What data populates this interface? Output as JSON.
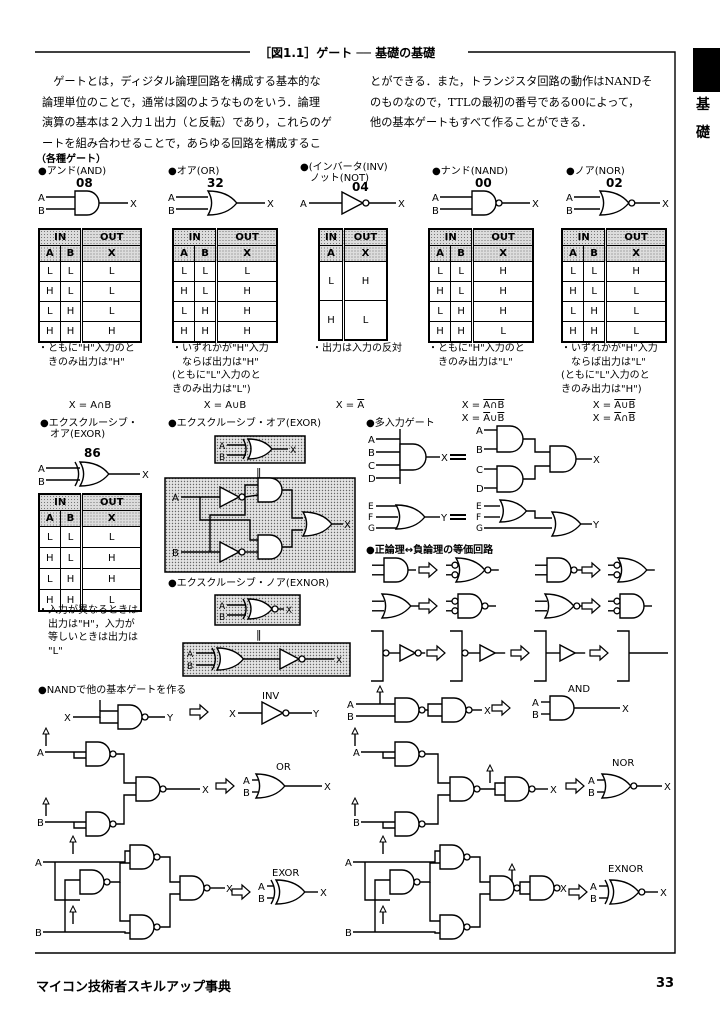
{
  "figure_title": "［図1.1］ゲート ── 基礎の基礎",
  "side_tab": [
    "基",
    "礎"
  ],
  "intro": {
    "left": [
      "　ゲートとは，ディジタル論理回路を構成する基本的な",
      "論理単位のことで，通常は図のようなものをいう．論理",
      "演算の基本は２入力１出力（と反転）であり，これらのゲ",
      "ートを組み合わせることで，あらゆる回路を構成するこ"
    ],
    "right": [
      "とができる．また，トランジスタ回路の動作はNANDそ",
      "のものなので，TTLの最初の番号である00によって，",
      "他の基本ゲートもすべて作ることができる．"
    ]
  },
  "section_gates": "（各種ゲート）",
  "pins": {
    "A": "A",
    "B": "B",
    "C": "C",
    "D": "D",
    "E": "E",
    "F": "F",
    "G": "G",
    "X": "X",
    "Y": "Y"
  },
  "gates": [
    {
      "label": "●アンド(AND)",
      "number": "08",
      "table": {
        "in": "IN",
        "out": "OUT",
        "cols": [
          "A",
          "B",
          "X"
        ],
        "rows": [
          [
            "L",
            "L",
            "L"
          ],
          [
            "H",
            "L",
            "L"
          ],
          [
            "L",
            "H",
            "L"
          ],
          [
            "H",
            "H",
            "H"
          ]
        ]
      },
      "caption": [
        "・ともに\"H\"入力のと",
        "　きのみ出力は\"H\""
      ],
      "formulas": [
        [
          {
            "t": "X = A∩B"
          }
        ]
      ]
    },
    {
      "label": "●オア(OR)",
      "number": "32",
      "table": {
        "in": "IN",
        "out": "OUT",
        "cols": [
          "A",
          "B",
          "X"
        ],
        "rows": [
          [
            "L",
            "L",
            "L"
          ],
          [
            "H",
            "L",
            "H"
          ],
          [
            "L",
            "H",
            "H"
          ],
          [
            "H",
            "H",
            "H"
          ]
        ]
      },
      "caption": [
        "・いずれかが\"H\"入力",
        "　ならば出力は\"H\"",
        "(ともに\"L\"入力のと",
        " きのみ出力は\"L\")"
      ],
      "formulas": [
        [
          {
            "t": "X = A∪B"
          }
        ]
      ]
    },
    {
      "label": "●(インバータ(INV)",
      "label2": "　ノット(NOT)",
      "number": "04",
      "table": {
        "in": "IN",
        "out": "OUT",
        "cols": [
          "A",
          "X"
        ],
        "rows": [
          [
            "L",
            "H"
          ],
          [
            "H",
            "L"
          ]
        ]
      },
      "caption": [
        "・出力は入力の反対"
      ],
      "formulas": [
        [
          {
            "t": "X = "
          },
          {
            "t": "A",
            "o": true
          }
        ]
      ]
    },
    {
      "label": "●ナンド(NAND)",
      "number": "00",
      "table": {
        "in": "IN",
        "out": "OUT",
        "cols": [
          "A",
          "B",
          "X"
        ],
        "rows": [
          [
            "L",
            "L",
            "H"
          ],
          [
            "H",
            "L",
            "H"
          ],
          [
            "L",
            "H",
            "H"
          ],
          [
            "H",
            "H",
            "L"
          ]
        ]
      },
      "caption": [
        "・ともに\"H\"入力のと",
        "　きのみ出力は\"L\""
      ],
      "formulas": [
        [
          {
            "t": "X = "
          },
          {
            "t": "A∩B",
            "o": true
          }
        ],
        [
          {
            "t": "X = "
          },
          {
            "t": "A",
            "o": true
          },
          {
            "t": "∪"
          },
          {
            "t": "B",
            "o": true
          }
        ]
      ]
    },
    {
      "label": "●ノア(NOR)",
      "number": "02",
      "table": {
        "in": "IN",
        "out": "OUT",
        "cols": [
          "A",
          "B",
          "X"
        ],
        "rows": [
          [
            "L",
            "L",
            "H"
          ],
          [
            "H",
            "L",
            "L"
          ],
          [
            "L",
            "H",
            "L"
          ],
          [
            "H",
            "H",
            "L"
          ]
        ]
      },
      "caption": [
        "・いずれかが\"H\"入力",
        "　ならば出力は\"L\"",
        "(ともに\"L\"入力のと",
        " きのみ出力は\"H\")"
      ],
      "formulas": [
        [
          {
            "t": "X = "
          },
          {
            "t": "A∪B",
            "o": true
          }
        ],
        [
          {
            "t": "X = "
          },
          {
            "t": "A",
            "o": true
          },
          {
            "t": "∩"
          },
          {
            "t": "B",
            "o": true
          }
        ]
      ]
    },
    {
      "label": "●エクスクルーシブ・",
      "label2": "　オア(EXOR)",
      "number": "86",
      "table": {
        "in": "IN",
        "out": "OUT",
        "cols": [
          "A",
          "B",
          "X"
        ],
        "rows": [
          [
            "L",
            "L",
            "L"
          ],
          [
            "H",
            "L",
            "H"
          ],
          [
            "L",
            "H",
            "H"
          ],
          [
            "H",
            "H",
            "L"
          ]
        ]
      },
      "caption": [
        "・入力が異なるときは",
        "　出力は\"H\"，入力が",
        "　等しいときは出力は",
        "　\"L\""
      ],
      "formulas": []
    }
  ],
  "exor_equiv_label": "●エクスクルーシブ・オア(EXOR)",
  "exnor_equiv_label": "●エクスクルーシブ・ノア(EXNOR)",
  "multi_input_label": "●多入力ゲート",
  "equiv_circuits_label": "●正論理↔負論理の等価回路",
  "nand_section_label": "●NANDで他の基本ゲートを作る",
  "gate_names": {
    "inv": "INV",
    "and": "AND",
    "or": "OR",
    "nor": "NOR",
    "exor": "EXOR",
    "exnor": "EXNOR"
  },
  "equals_sign": "‖",
  "footer": {
    "book_title": "マイコン技術者スキルアップ事典",
    "page": "33"
  }
}
